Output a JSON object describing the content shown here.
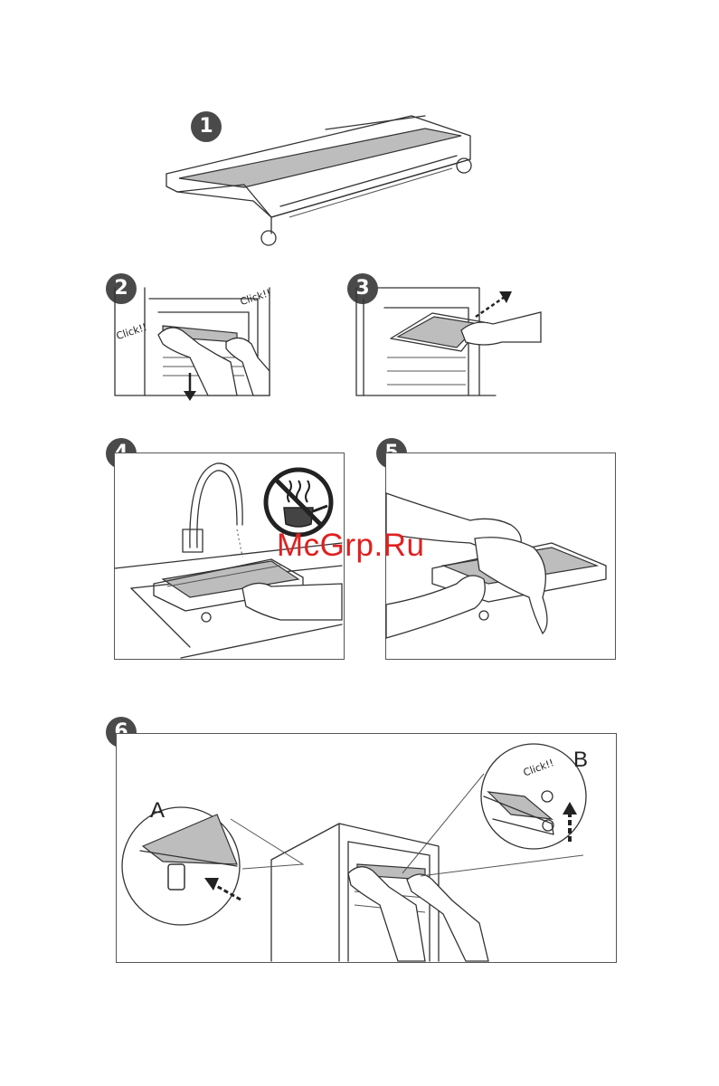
{
  "steps": [
    {
      "number": "1"
    },
    {
      "number": "2",
      "click_left": "Click!!",
      "click_right": "Click!!"
    },
    {
      "number": "3"
    },
    {
      "number": "4"
    },
    {
      "number": "5"
    },
    {
      "number": "6",
      "label_a": "A",
      "label_b": "B",
      "click": "Click!!"
    }
  ],
  "icons": {
    "no_hot_water": "no-boiling-water-icon",
    "arrow_down": "arrow-down-icon",
    "arrow_out": "arrow-diagonal-icon",
    "arrow_up": "arrow-up-icon"
  },
  "watermark": "McGrp.Ru",
  "colors": {
    "badge": "#4a4a4a",
    "watermark": "#e02020",
    "line": "#333333"
  }
}
